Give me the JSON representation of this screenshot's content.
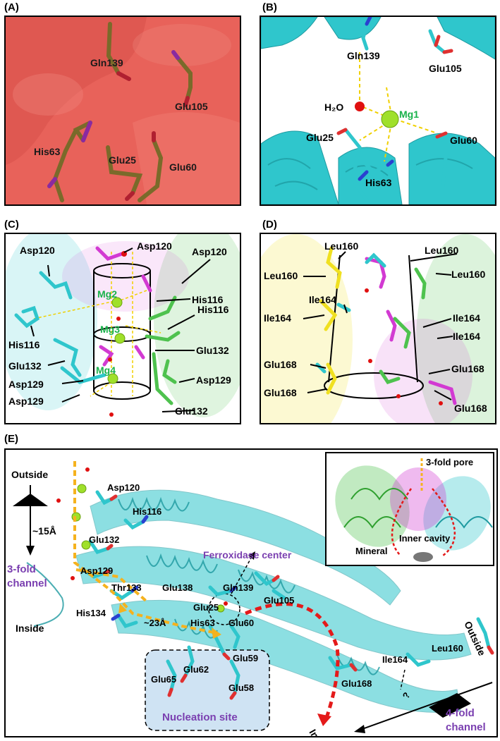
{
  "panels": {
    "A": {
      "tag": "(A)",
      "labels": {
        "gln139": "Gln139",
        "glu105": "Glu105",
        "his63": "His63",
        "glu25": "Glu25",
        "glu60": "Glu60"
      }
    },
    "B": {
      "tag": "(B)",
      "labels": {
        "gln139": "Gln139",
        "glu105": "Glu105",
        "h2o": "H₂O",
        "mg1": "Mg1",
        "glu25": "Glu25",
        "his63": "His63",
        "glu60": "Glu60"
      }
    },
    "C": {
      "tag": "(C)",
      "labels": {
        "asp120_a": "Asp120",
        "asp120_b": "Asp120",
        "asp120_c": "Asp120",
        "his116_a": "His116",
        "his116_b": "His116",
        "his116_c": "His116",
        "mg2": "Mg2",
        "mg3": "Mg3",
        "mg4": "Mg4",
        "glu132_a": "Glu132",
        "glu132_b": "Glu132",
        "glu132_c": "Glu132",
        "asp129_a": "Asp129",
        "asp129_b": "Asp129",
        "asp129_c": "Asp129"
      }
    },
    "D": {
      "tag": "(D)",
      "labels": {
        "leu160_a": "Leu160",
        "leu160_b": "Leu160",
        "leu160_c": "Leu160",
        "ile164_a": "Ile164",
        "ile164_b": "Ile164",
        "ile164_c": "Ile164",
        "glu168_a": "Glu168",
        "glu168_b": "Glu168",
        "glu168_c": "Glu168",
        "glu168_d": "Glu168"
      }
    },
    "E": {
      "tag": "(E)",
      "labels": {
        "outside_left": "Outside",
        "distance_15": "~15Å",
        "three_fold_channel": "3-fold\nchannel",
        "inside_left": "Inside",
        "asp120": "Asp120",
        "his116": "His116",
        "glu132": "Glu132",
        "asp129": "Asp129",
        "thr133": "Thr133",
        "his134": "His134",
        "distance_23": "~23Å",
        "ferroxidase_center": "Ferroxidase center",
        "glu138": "Glu138",
        "gln139": "Gln139",
        "glu105": "Glu105",
        "glu25": "Glu25",
        "his63": "His63",
        "glu60": "Glu60",
        "glu59": "Glu59",
        "glu62": "Glu62",
        "glu65": "Glu65",
        "glu58": "Glu58",
        "nucleation_site": "Nucleation site",
        "inside_bottom": "Inside",
        "outside_right": "Outside",
        "leu160": "Leu160",
        "ile164": "Ile164",
        "glu168": "Glu168",
        "question": "?",
        "four_fold_channel": "4-fold\nchannel"
      },
      "inset": {
        "three_fold_pore": "3-fold pore",
        "inner_cavity": "Inner cavity",
        "mineral": "Mineral"
      }
    }
  },
  "colors": {
    "surface_red": "#e8625a",
    "stick_olive": "#7a6a2a",
    "cyan": "#2fc6cc",
    "magenta": "#d23ad2",
    "green": "#4ec24e",
    "yellow": "#f0e020",
    "mg_green": "#9fe02a",
    "purple_text": "#7a3fb0",
    "mg_label": "#19b24a",
    "orange_dash": "#f5b21e",
    "red_dash": "#e41a1a"
  }
}
